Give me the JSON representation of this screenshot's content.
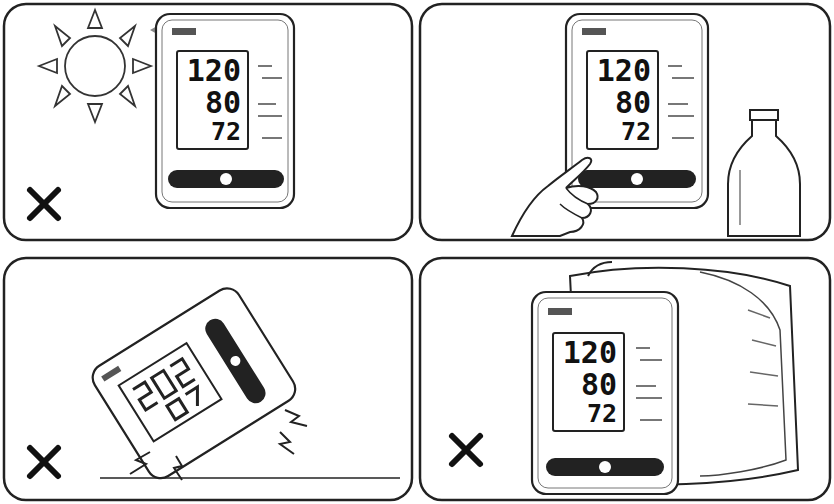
{
  "diagram": {
    "nodes": [
      {
        "text": [
          "120",
          "80",
          "72"
        ]
      },
      {
        "text": [
          "120",
          "80",
          "72"
        ]
      },
      {
        "text": [
          "120",
          "80",
          "72"
        ]
      }
    ]
  }
}
